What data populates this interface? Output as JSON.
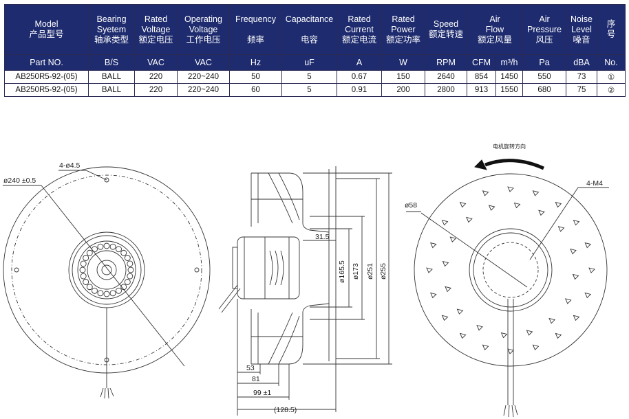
{
  "headers": [
    {
      "key": "model",
      "lines": [
        "Model",
        "产品型号"
      ]
    },
    {
      "key": "bearing",
      "lines": [
        "Bearing",
        "Syetem",
        "轴承类型"
      ]
    },
    {
      "key": "rated_voltage",
      "lines": [
        "Rated",
        "Voltage",
        "额定电压"
      ]
    },
    {
      "key": "operating_voltage",
      "lines": [
        "Operating",
        "Voltage",
        "工作电压"
      ]
    },
    {
      "key": "frequency",
      "lines": [
        "Frequency",
        "",
        "频率"
      ]
    },
    {
      "key": "capacitance",
      "lines": [
        "Capacitance",
        "",
        "电容"
      ]
    },
    {
      "key": "rated_current",
      "lines": [
        "Rated",
        "Current",
        "额定电流"
      ]
    },
    {
      "key": "rated_power",
      "lines": [
        "Rated",
        "Power",
        "额定功率"
      ]
    },
    {
      "key": "speed",
      "lines": [
        "Speed",
        "额定转速"
      ]
    },
    {
      "key": "air_flow",
      "lines": [
        "Air",
        "Flow",
        "额定风量"
      ]
    },
    {
      "key": "air_pressure",
      "lines": [
        "Air",
        "Pressure",
        "风压"
      ]
    },
    {
      "key": "noise",
      "lines": [
        "Noise",
        "Level",
        "噪音"
      ]
    },
    {
      "key": "seq",
      "lines": [
        "序",
        "号"
      ]
    }
  ],
  "units": [
    "Part NO.",
    "B/S",
    "VAC",
    "VAC",
    "Hz",
    "uF",
    "A",
    "W",
    "RPM",
    "CFM",
    "m³/h",
    "Pa",
    "dBA",
    "No."
  ],
  "rows": [
    [
      "AB250R5-92-(05)",
      "BALL",
      "220",
      "220~240",
      "50",
      "5",
      "0.67",
      "150",
      "2640",
      "854",
      "1450",
      "550",
      "73",
      "①"
    ],
    [
      "AB250R5-92-(05)",
      "BALL",
      "220",
      "220~240",
      "60",
      "5",
      "0.91",
      "200",
      "2800",
      "913",
      "1550",
      "680",
      "75",
      "②"
    ]
  ],
  "drawing": {
    "holes_label": "4-ø4.5",
    "outer_diameter_label": "ø240 ±0.5",
    "dim_31_5": "31.5",
    "dim_165_5": "ø165.5",
    "dim_173": "ø173",
    "dim_251": "ø251",
    "dim_255": "ø255",
    "dim_53": "53",
    "dim_81": "81",
    "dim_99": "99 ±1",
    "dim_128_5": "(128.5)",
    "rotation_label": "电机旋转方向",
    "dim_58": "ø58",
    "m4_label": "4-M4"
  },
  "colors": {
    "header_bg": "#1e2b6e",
    "header_text": "#ffffff",
    "line": "#333333"
  }
}
